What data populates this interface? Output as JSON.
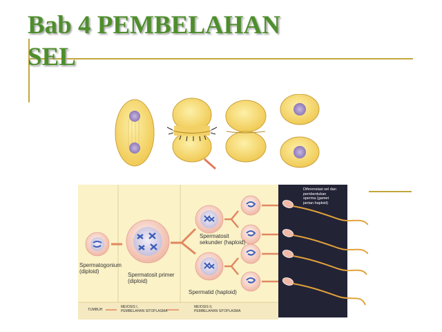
{
  "slide": {
    "title_line1": "Bab 4 PEMBELAHAN",
    "title_line2": "SEL"
  },
  "figure": {
    "spermatogonium": "Spermatogonium",
    "spermatogonium_ploidy": "(diploid)",
    "spermatosit_primer": "Spermatosit primer",
    "spermatosit_primer_ploidy": "(diploid)",
    "spermatosit_sekunder": "Spermatosit",
    "spermatosit_sekunder_2": "sekunder (haploid)",
    "spermatid": "Spermatid (haploid)",
    "diferensiasi_1": "Diferensiasi sel dan",
    "diferensiasi_2": "pembentukan",
    "diferensiasi_3": "sperma (gamet",
    "diferensiasi_4": "jantan haploid)",
    "phase_tumbuh": "TUMBUH",
    "phase_meiosis1_a": "MEIOSIS I,",
    "phase_meiosis1_b": "PEMBELAHAN SITOPLASMA",
    "phase_meiosis2_a": "MEIOSIS II,",
    "phase_meiosis2_b": "PEMBELAHAN SITOPLASMA"
  },
  "colors": {
    "title": "#4e8e2c",
    "rule": "#c2a73a",
    "cell": "#f7d86c",
    "panel": "#fbf2c8",
    "dark_panel": "#232336"
  }
}
